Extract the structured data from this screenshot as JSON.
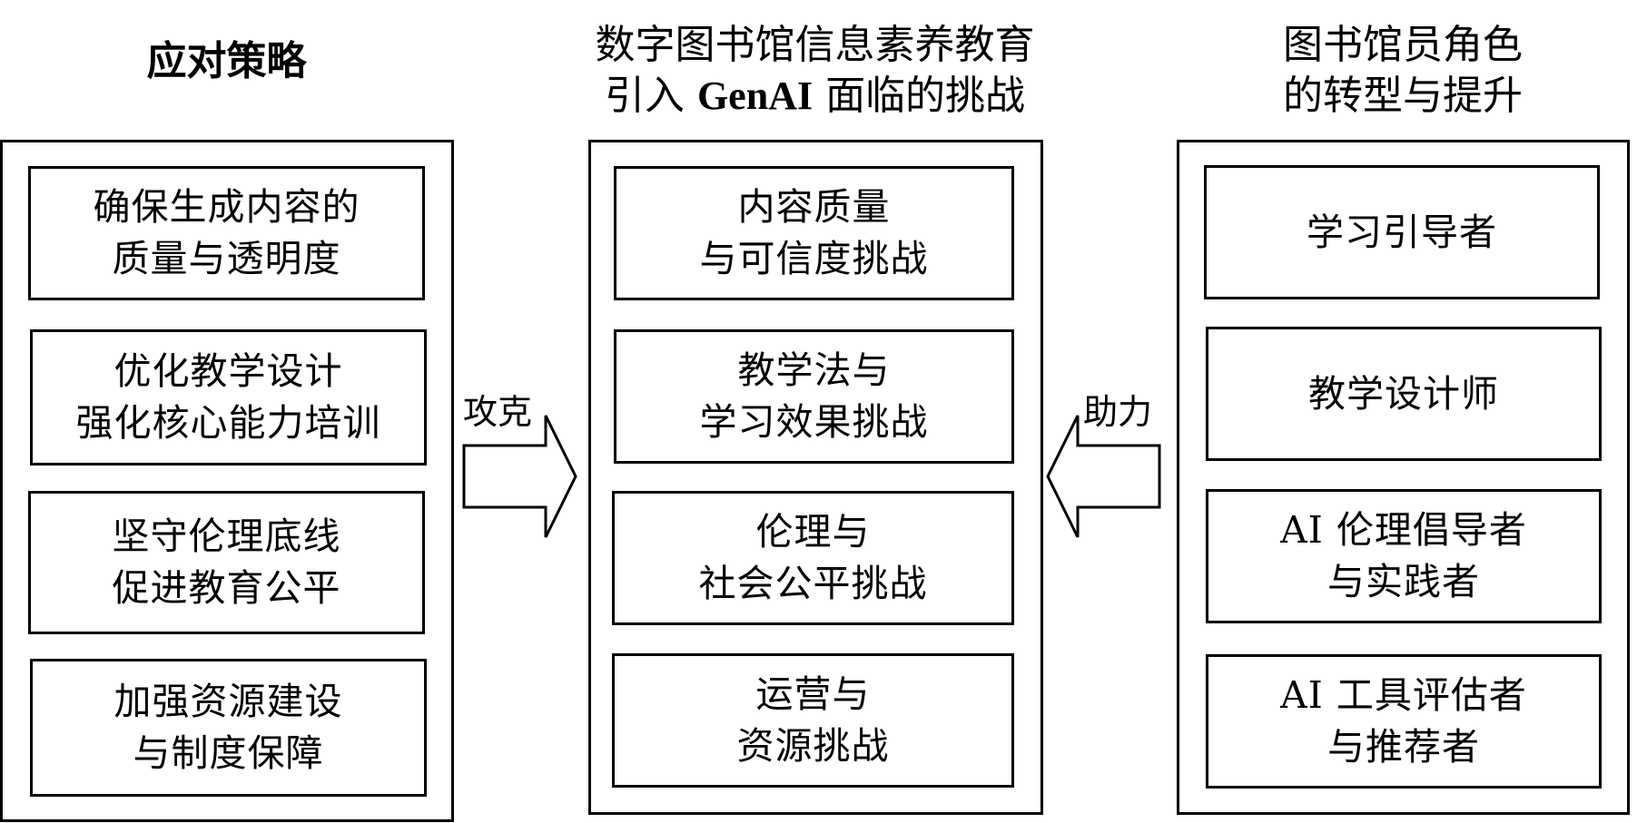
{
  "columns": {
    "strategies": {
      "title": "应对策略",
      "items": [
        {
          "line1": "确保生成内容的",
          "line2": "质量与透明度"
        },
        {
          "line1": "优化教学设计",
          "line2": "强化核心能力培训"
        },
        {
          "line1": "坚守伦理底线",
          "line2": "促进教育公平"
        },
        {
          "line1": "加强资源建设",
          "line2": "与制度保障"
        }
      ]
    },
    "challenges": {
      "title_line1": "数字图书馆信息素养教育",
      "title_line2_prefix": "引入",
      "title_line2_term": "GenAI",
      "title_line2_suffix": "面临的挑战",
      "items": [
        {
          "line1": "内容质量",
          "line2": "与可信度挑战"
        },
        {
          "line1": "教学法与",
          "line2": "学习效果挑战"
        },
        {
          "line1": "伦理与",
          "line2": "社会公平挑战"
        },
        {
          "line1": "运营与",
          "line2": "资源挑战"
        }
      ]
    },
    "roles": {
      "title_line1": "图书馆员角色",
      "title_line2": "的转型与提升",
      "items": [
        {
          "line1": "学习引导者",
          "line2": ""
        },
        {
          "line1": "教学设计师",
          "line2": ""
        },
        {
          "line1": "AI 伦理倡导者",
          "line2": "与实践者"
        },
        {
          "line1": "AI 工具评估者",
          "line2": "与推荐者"
        }
      ]
    }
  },
  "arrows": {
    "left_to_middle": {
      "label": "攻克",
      "direction": "right"
    },
    "right_to_middle": {
      "label": "助力",
      "direction": "left"
    }
  }
}
